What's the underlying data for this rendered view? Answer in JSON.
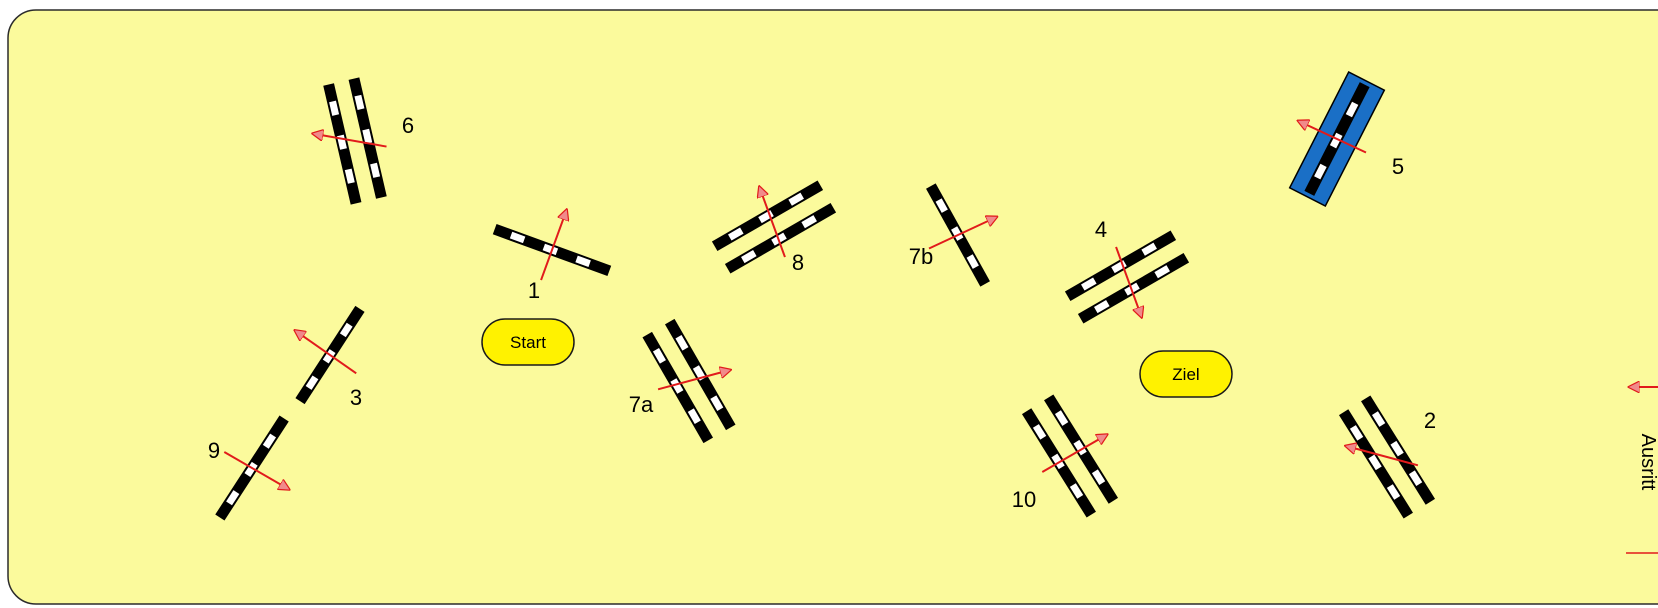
{
  "course": {
    "start_label": "Start",
    "finish_label": "Ziel",
    "exit_label": "Ausritt",
    "colors": {
      "background": "#fbfa9c",
      "border": "#2b2b2b",
      "pole": "#000000",
      "pole_stripe": "#ffffff",
      "arrow": "#e11b1b",
      "arrow_fill": "#f08a8a",
      "pill_fill": "#fff200",
      "blue_fill": "#1a6fc6"
    },
    "obstacles": [
      {
        "id": "1",
        "label": "1"
      },
      {
        "id": "2",
        "label": "2"
      },
      {
        "id": "3",
        "label": "3"
      },
      {
        "id": "4",
        "label": "4"
      },
      {
        "id": "5",
        "label": "5"
      },
      {
        "id": "6",
        "label": "6"
      },
      {
        "id": "7a",
        "label": "7a"
      },
      {
        "id": "7b",
        "label": "7b"
      },
      {
        "id": "8",
        "label": "8"
      },
      {
        "id": "9",
        "label": "9"
      },
      {
        "id": "10",
        "label": "10"
      }
    ]
  }
}
